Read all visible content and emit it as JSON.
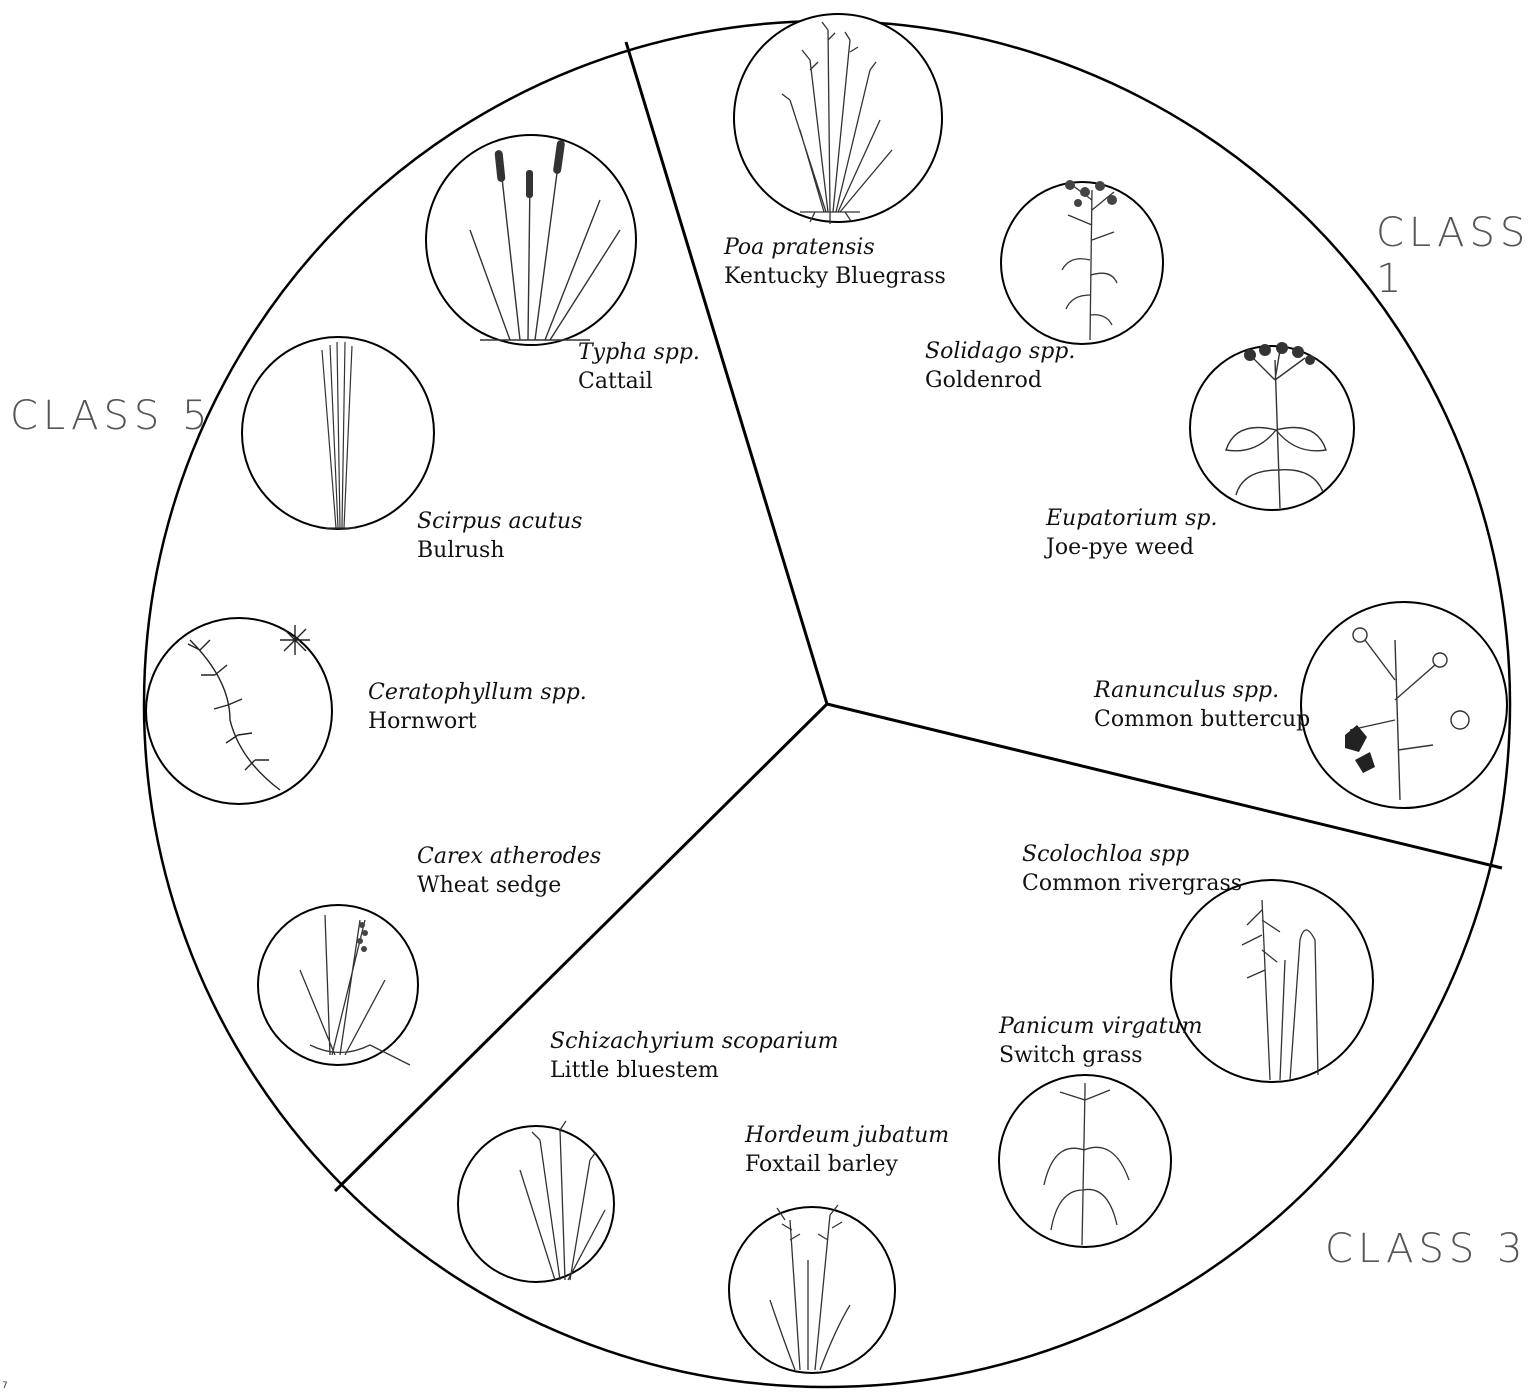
{
  "classes": [
    {
      "id": "class1",
      "label": "CLASS 1"
    },
    {
      "id": "class3",
      "label": "CLASS 3"
    },
    {
      "id": "class5",
      "label": "CLASS 5"
    }
  ],
  "species": [
    {
      "scientific": "Poa pratensis",
      "common": "Kentucky Bluegrass",
      "class": "CLASS 1",
      "illustration": "grass-tuft"
    },
    {
      "scientific": "Solidago spp.",
      "common": "Goldenrod",
      "class": "CLASS 1",
      "illustration": "goldenrod"
    },
    {
      "scientific": "Eupatorium sp.",
      "common": "Joe-pye weed",
      "class": "CLASS 1",
      "illustration": "flowering-stem"
    },
    {
      "scientific": "Ranunculus spp.",
      "common": "Common buttercup",
      "class": "CLASS 1",
      "illustration": "buttercup"
    },
    {
      "scientific": "Scolochloa spp",
      "common": "Common rivergrass",
      "class": "CLASS 3",
      "illustration": "panicle-grass"
    },
    {
      "scientific": "Panicum virgatum",
      "common": "Switch grass",
      "class": "CLASS 3",
      "illustration": "switch-grass"
    },
    {
      "scientific": "Hordeum jubatum",
      "common": "Foxtail barley",
      "class": "CLASS 3",
      "illustration": "foxtail"
    },
    {
      "scientific": "Schizachyrium scoparium",
      "common": "Little bluestem",
      "class": "CLASS 3",
      "illustration": "bunch-grass"
    },
    {
      "scientific": "Typha spp.",
      "common": "Cattail",
      "class": "CLASS 5",
      "illustration": "cattail"
    },
    {
      "scientific": "Scirpus acutus",
      "common": "Bulrush",
      "class": "CLASS 5",
      "illustration": "bulrush"
    },
    {
      "scientific": "Ceratophyllum spp.",
      "common": "Hornwort",
      "class": "CLASS 5",
      "illustration": "hornwort"
    },
    {
      "scientific": "Carex atherodes",
      "common": "Wheat sedge",
      "class": "CLASS 5",
      "illustration": "sedge"
    }
  ],
  "page_number": "7",
  "colors": {
    "outline": "#000000",
    "label": "#555555",
    "sketch": "#333333"
  }
}
